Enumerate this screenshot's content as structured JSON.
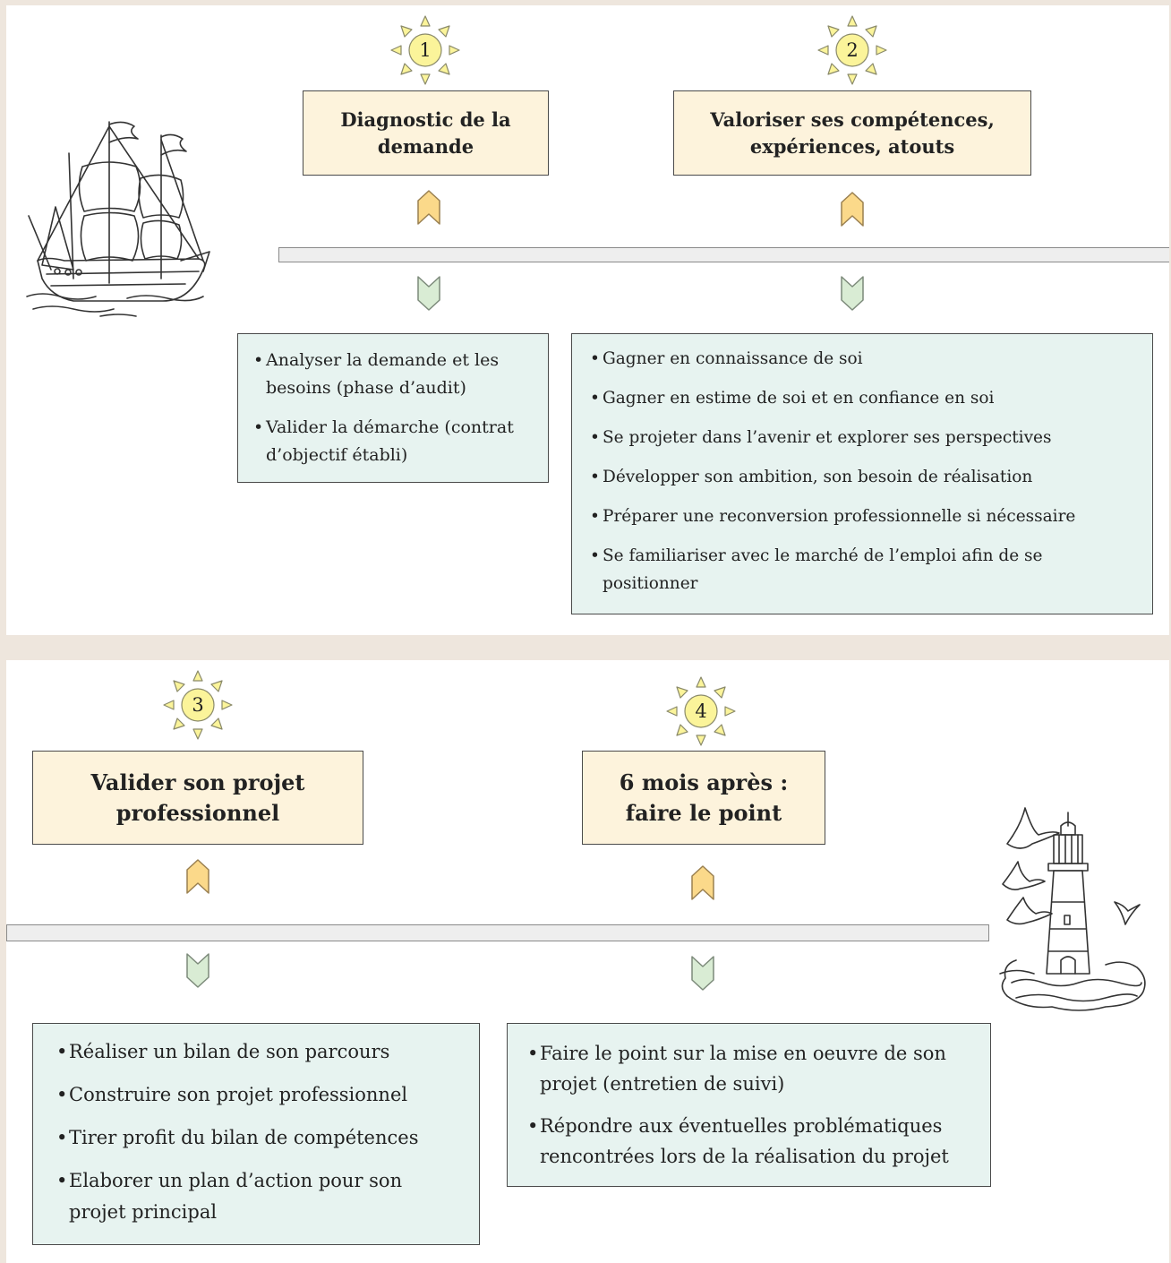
{
  "steps": [
    {
      "number": "1",
      "title_lines": [
        "Diagnostic de la",
        "demande"
      ],
      "items": [
        "Analyser la demande et les besoins (phase d’audit)",
        "Valider la démarche (contrat d’objectif établi)"
      ]
    },
    {
      "number": "2",
      "title_lines": [
        "Valoriser ses compétences,",
        "expériences, atouts"
      ],
      "items": [
        "Gagner en connaissance de soi",
        "Gagner en estime de soi et en confiance en soi",
        "Se projeter dans l’avenir et explorer ses perspectives",
        "Développer son ambition, son besoin de réalisation",
        "Préparer une reconversion professionnelle si nécessaire",
        "Se familiariser avec le marché de l’emploi afin de se positionner"
      ]
    },
    {
      "number": "3",
      "title_lines": [
        "Valider son projet",
        "professionnel"
      ],
      "items": [
        "Réaliser un bilan de son parcours",
        "Construire son projet professionnel",
        "Tirer profit du bilan de compétences",
        "Elaborer un plan d’action pour son projet principal"
      ]
    },
    {
      "number": "4",
      "title_lines": [
        "6 mois après :",
        "faire le point"
      ],
      "items": [
        "Faire le point sur la mise en oeuvre de son projet (entretien de suivi)",
        "Répondre aux éventuelles problématiques rencontrées lors de la réalisation du projet"
      ]
    }
  ],
  "colors": {
    "title_box_bg": "#fdf3dc",
    "list_box_bg": "#e7f3f0",
    "sun_fill": "#fbf49a",
    "up_chevron": "#fbd98a",
    "down_chevron": "#d9ecd4",
    "page_bg": "#eee6dd"
  },
  "icons": [
    "sun-icon",
    "up-chevron-icon",
    "down-chevron-icon",
    "ship-illustration",
    "lighthouse-illustration"
  ]
}
